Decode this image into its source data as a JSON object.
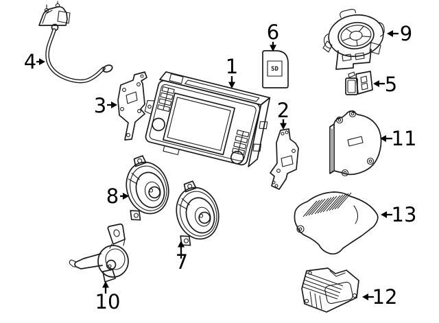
{
  "diagram": {
    "type": "exploded-parts-diagram",
    "background_color": "#ffffff",
    "line_color": "#1a1a1a",
    "sd_card_text": "SD",
    "callouts": [
      {
        "number": "1",
        "part": "radio-head-unit"
      },
      {
        "number": "2",
        "part": "mounting-bracket-right"
      },
      {
        "number": "3",
        "part": "mounting-bracket-left"
      },
      {
        "number": "4",
        "part": "antenna-with-cable"
      },
      {
        "number": "5",
        "part": "connector-module"
      },
      {
        "number": "6",
        "part": "sd-memory-card"
      },
      {
        "number": "7",
        "part": "door-speaker-lower"
      },
      {
        "number": "8",
        "part": "door-speaker-upper"
      },
      {
        "number": "9",
        "part": "tweeter-speaker-assembly"
      },
      {
        "number": "10",
        "part": "horn-with-bracket"
      },
      {
        "number": "11",
        "part": "speaker-housing"
      },
      {
        "number": "12",
        "part": "amplifier-unit"
      },
      {
        "number": "13",
        "part": "insulator-cover"
      }
    ]
  }
}
